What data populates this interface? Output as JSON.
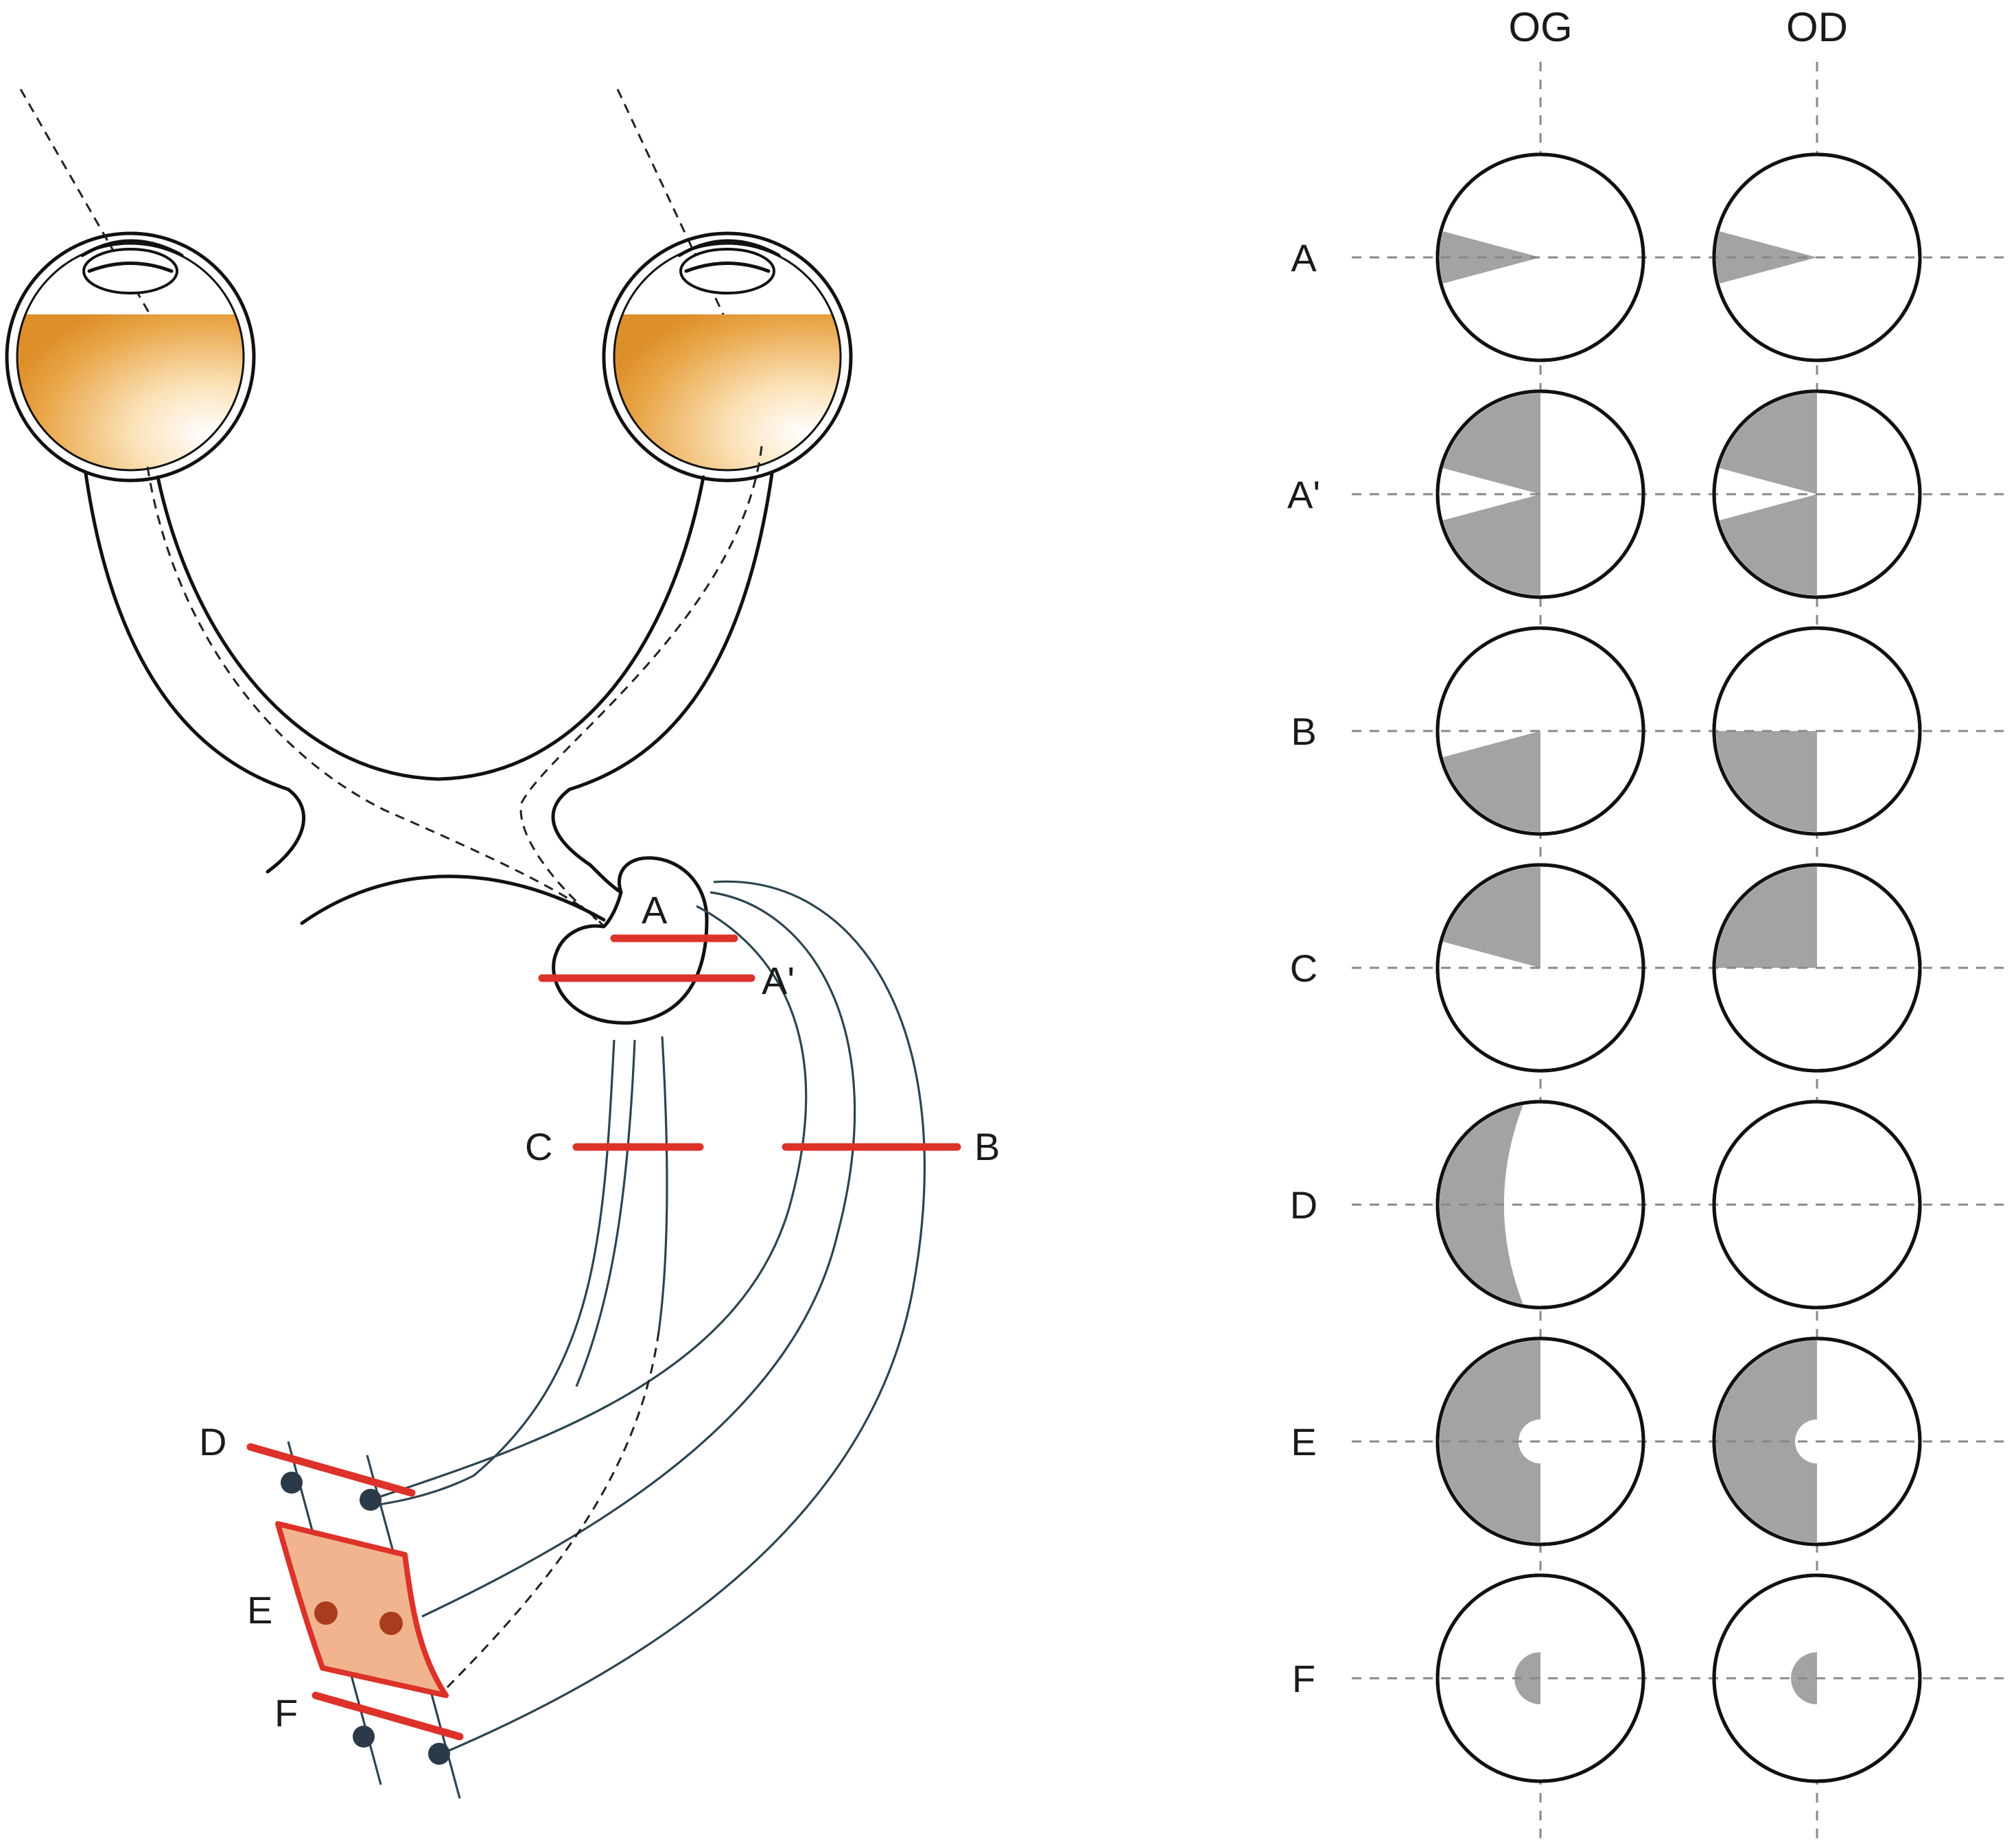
{
  "colors": {
    "lesion": "#dc3229",
    "defect": "#a3a3a3",
    "fiber": "#2d4450",
    "retina": "#e09a30",
    "lesion_fill": "#f2b48f",
    "nucleus": "#2b3a48",
    "lesion_nucleus": "#a93c1c"
  },
  "pathway_labels": {
    "A": "A",
    "A_prime": "A'",
    "B": "B",
    "C": "C",
    "D": "D",
    "E": "E",
    "F": "F"
  },
  "field_headers": {
    "left_eye": "OG",
    "right_eye": "OD"
  },
  "field_rows": [
    {
      "label": "A",
      "left_defect": "temporal-wedge",
      "right_defect": "temporal-wedge"
    },
    {
      "label": "A'",
      "left_defect": "temporal-hemianopia-sparing-wedge",
      "right_defect": "temporal-hemianopia-sparing-wedge"
    },
    {
      "label": "B",
      "left_defect": "inferior-temporal-quadrant-partial",
      "right_defect": "inferior-temporal-quadrant"
    },
    {
      "label": "C",
      "left_defect": "superior-temporal-quadrant-partial",
      "right_defect": "superior-temporal-quadrant"
    },
    {
      "label": "D",
      "left_defect": "temporal-crescent",
      "right_defect": "none"
    },
    {
      "label": "E",
      "left_defect": "temporal-hemianopia-macular-sparing",
      "right_defect": "temporal-hemianopia-macular-sparing"
    },
    {
      "label": "F",
      "left_defect": "central-temporal-hemiscotoma",
      "right_defect": "central-temporal-hemiscotoma"
    }
  ]
}
